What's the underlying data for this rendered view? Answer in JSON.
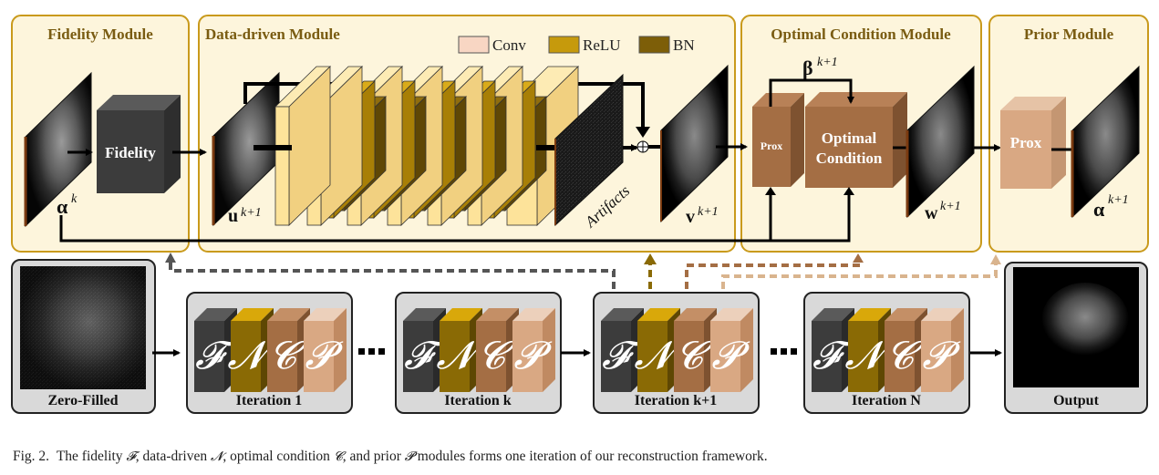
{
  "modules": {
    "fidelity": {
      "title": "Fidelity Module",
      "block_label": "Fidelity",
      "input_symbol": "α",
      "input_sup": "k"
    },
    "data_driven": {
      "title": "Data-driven Module",
      "input_symbol": "u",
      "input_sup": "k+1",
      "artifacts_label": "Artifacts",
      "output_symbol": "v",
      "output_sup": "k+1",
      "sum_symbol": "⊕"
    },
    "optimal": {
      "title": "Optimal Condition Module",
      "prox_label": "Prox",
      "block_label_line1": "Optimal",
      "block_label_line2": "Condition",
      "beta_symbol": "β",
      "beta_sup": "k+1",
      "output_symbol": "w",
      "output_sup": "k+1"
    },
    "prior": {
      "title": "Prior Module",
      "prox_label": "Prox",
      "output_symbol": "α",
      "output_sup": "k+1"
    }
  },
  "legend": [
    {
      "label": "Conv",
      "color": "#f8d6c3"
    },
    {
      "label": "ReLU",
      "color": "#c69a0c"
    },
    {
      "label": "BN",
      "color": "#7d5e08"
    }
  ],
  "pipeline": {
    "input_label": "Zero-Filled",
    "output_label": "Output",
    "iterations": [
      {
        "label": "Iteration 1"
      },
      {
        "label": "Iteration k"
      },
      {
        "label": "Iteration k+1"
      },
      {
        "label": "Iteration N"
      }
    ],
    "block_letters": [
      "𝓕",
      "𝓝",
      "𝓒",
      "𝓟"
    ]
  },
  "colors": {
    "module_bg": "#fdf5dc",
    "module_border": "#c99a1c",
    "fidelity": "#3c3c3c",
    "data_driven": "#8a6a05",
    "optimal": "#a46e44",
    "prior": "#d9a883"
  },
  "caption": {
    "prefix": "Fig. 2.",
    "text_1": "The fidelity ",
    "sym_f": "𝓕",
    "text_2": ", data-driven ",
    "sym_n": "𝓝",
    "text_3": ", optimal condition ",
    "sym_c": "𝓒",
    "text_4": ", and prior ",
    "sym_p": "𝓟",
    "text_5": " modules forms one iteration of our reconstruction framework."
  }
}
